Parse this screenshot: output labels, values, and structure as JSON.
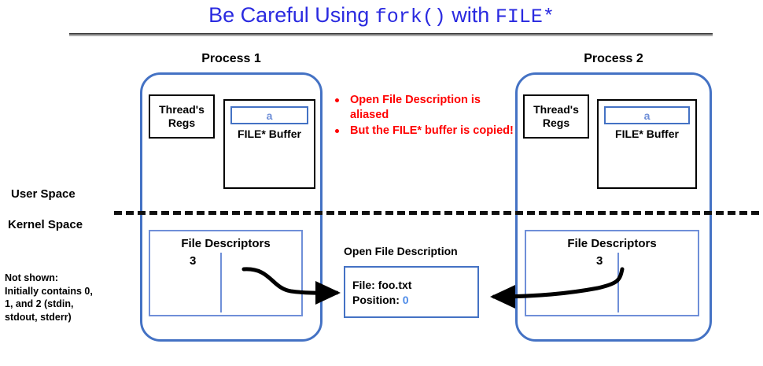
{
  "slide": {
    "title": {
      "part1": "Be Careful Using ",
      "mono1": "fork()",
      "part2": " with ",
      "mono2": "FILE*"
    },
    "title_color": "#2A2AE0"
  },
  "spaces": {
    "user": "User Space",
    "kernel": "Kernel Space"
  },
  "processes": [
    {
      "caption": "Process 1",
      "regs_line1": "Thread's",
      "regs_line2": "Regs",
      "buffer_value": "a",
      "buffer_label": "FILE* Buffer",
      "fd_title": "File Descriptors",
      "fd_number": "3"
    },
    {
      "caption": "Process 2",
      "regs_line1": "Thread's",
      "regs_line2": "Regs",
      "buffer_value": "a",
      "buffer_label": "FILE* Buffer",
      "fd_title": "File Descriptors",
      "fd_number": "3"
    }
  ],
  "notes": {
    "items": [
      "Open File Description is aliased",
      "But the FILE* buffer is copied!"
    ],
    "color": "#FF0000"
  },
  "open_file_description": {
    "caption": "Open File Description",
    "file_label": "File: foo.txt",
    "position_label": "Position: ",
    "position_value": "0",
    "position_value_color": "#4E8BE8"
  },
  "not_shown": {
    "line1": "Not shown:",
    "line2": "Initially contains 0,",
    "line3": "1, and 2 (stdin,",
    "line4": "stdout, stderr)"
  },
  "colors": {
    "process_border": "#4472C4",
    "fd_border": "#6F8FD8",
    "buffer_text": "#6F8FD8",
    "arrow": "#000000",
    "divider": "#111111"
  }
}
